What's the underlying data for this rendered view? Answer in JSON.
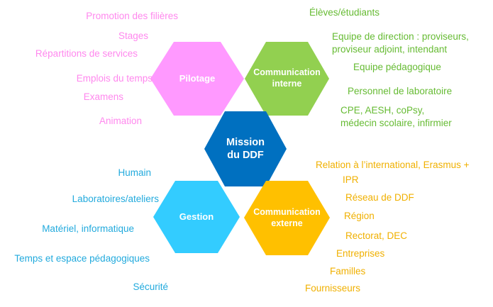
{
  "colors": {
    "pilotage": "#ff99ff",
    "communication_interne": "#92d050",
    "mission": "#0070c0",
    "gestion": "#33ccff",
    "communication_externe": "#ffc000",
    "text_pilotage": "#ff88ee",
    "text_interne": "#66bb33",
    "text_gestion": "#22aadd",
    "text_externe": "#f0b000"
  },
  "hexagons": {
    "pilotage": "Pilotage",
    "communication_interne": "Communication\ninterne",
    "mission": "Mission\ndu DDF",
    "gestion": "Gestion",
    "communication_externe": "Communication\nexterne"
  },
  "pilotage_items": [
    "Promotion des filières",
    "Stages",
    "Répartitions de services",
    "Emplois du temps",
    "Examens",
    "Animation"
  ],
  "communication_interne_items": [
    "Élèves/étudiants",
    "Equipe de direction : proviseurs,\nproviseur adjoint, intendant",
    "Equipe pédagogique",
    "Personnel de laboratoire",
    "CPE, AESH, coPsy,\nmédecin scolaire, infirmier"
  ],
  "gestion_items": [
    "Humain",
    "Laboratoires/ateliers",
    "Matériel, informatique",
    "Temps et espace pédagogiques",
    "Sécurité"
  ],
  "communication_externe_items": [
    "Relation à l’international, Erasmus  +",
    "IPR",
    "Réseau de DDF",
    "Région",
    "Rectorat, DEC",
    "Entreprises",
    "Familles",
    "Fournisseurs"
  ]
}
